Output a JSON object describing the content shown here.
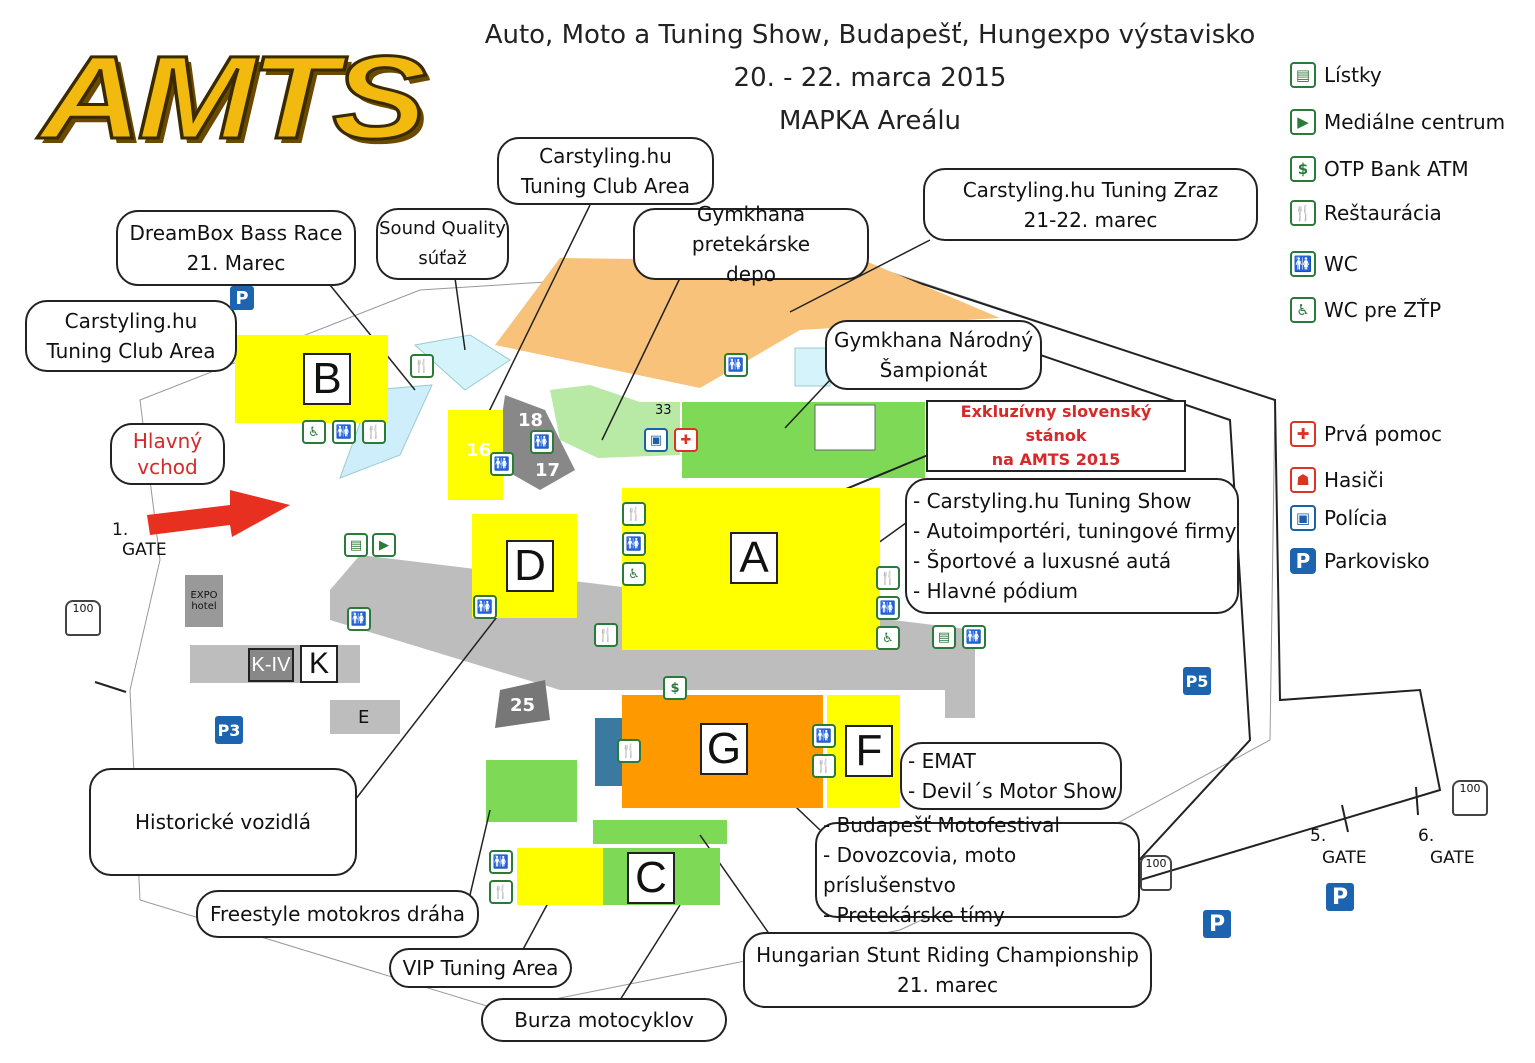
{
  "logo": "AMTS",
  "header": {
    "title": "Auto, Moto a Tuning Show, Budapešť, Hungexpo výstavisko",
    "dates": "20. - 22. marca 2015",
    "subtitle": "MAPKA Areálu"
  },
  "legend": [
    {
      "label": "Lístky",
      "icon": "ticket-icon"
    },
    {
      "label": "Mediálne centrum",
      "icon": "press-icon"
    },
    {
      "label": "OTP Bank ATM",
      "icon": "atm-icon"
    },
    {
      "label": "Reštaurácia",
      "icon": "restaurant-icon"
    },
    {
      "label": "WC",
      "icon": "wc-icon"
    },
    {
      "label": "WC pre ZŤP",
      "icon": "wheelchair-icon"
    },
    {
      "label": "Prvá pomoc",
      "icon": "first-aid-icon"
    },
    {
      "label": "Hasiči",
      "icon": "firefighter-icon"
    },
    {
      "label": "Polícia",
      "icon": "police-icon"
    },
    {
      "label": "Parkovisko",
      "icon": "parking-icon"
    }
  ],
  "halls": {
    "A": "A",
    "B": "B",
    "C": "C",
    "D": "D",
    "E": "E",
    "F": "F",
    "G": "G",
    "K": "K",
    "KIV": "K-IV",
    "n16": "16",
    "n17": "17",
    "n18": "18",
    "n25": "25",
    "n33": "33"
  },
  "callouts": {
    "carstyling_top": [
      "Carstyling.hu",
      "Tuning Club Area"
    ],
    "dreambox": [
      "DreamBox Bass Race",
      "21. Marec"
    ],
    "sound": [
      "Sound Quality",
      "súťaž"
    ],
    "gymkhana_depo": [
      "Gymkhana pretekárske",
      "depo"
    ],
    "tuning_zraz": [
      "Carstyling.hu Tuning Zraz",
      "21-22. marec"
    ],
    "carstyling_left": [
      "Carstyling.hu",
      "Tuning Club Area"
    ],
    "gymkhana_narodny": [
      "Gymkhana Národný",
      "Šampionát"
    ],
    "exkluzivny": [
      "Exkluzívny slovenský stánok",
      "na AMTS 2015"
    ],
    "hall_a": [
      "- Carstyling.hu Tuning Show",
      "- Autoimportéri, tuningové firmy",
      "- Športové a luxusné autá",
      "- Hlavné pódium"
    ],
    "hall_f": [
      "- EMAT",
      "- Devil´s Motor Show"
    ],
    "hall_g": [
      "- Budapešť Motofestival",
      "- Dovozcovia, moto príslušenstvo",
      "- Pretekárske tímy"
    ],
    "historicke": [
      "Historické vozidlá"
    ],
    "freestyle": [
      "Freestyle motokros dráha"
    ],
    "vip": [
      "VIP Tuning Area"
    ],
    "stunt": [
      "Hungarian Stunt Riding Championship",
      "21. marec"
    ],
    "burza": [
      "Burza motocyklov"
    ]
  },
  "entrance": [
    "Hlavný",
    "vchod"
  ],
  "gates": {
    "g1": [
      "1.",
      "GATE"
    ],
    "g5": [
      "5.",
      "GATE"
    ],
    "g6": [
      "6.",
      "GATE"
    ]
  },
  "labels": {
    "expo_hotel": [
      "EXPO",
      "hotel"
    ],
    "bus": "100",
    "parking": "P",
    "p3": "P3",
    "p5": "P5"
  },
  "colors": {
    "yellow": "#ffff00",
    "orange": "#ff9900",
    "depo": "#f8c27a",
    "green": "#7ed957",
    "light_green": "#b8eaa6",
    "light_blue": "#d5f3fb",
    "gray": "#bdbdbd",
    "accent_red": "#d42a2a",
    "icon_green": "#2a7a3a",
    "parking_blue": "#1d64b0"
  }
}
